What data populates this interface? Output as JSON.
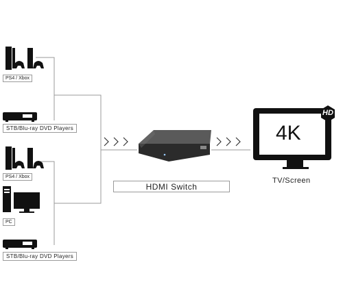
{
  "devices": [
    {
      "label": "PS4 / Xbox"
    },
    {
      "label": "STB/Blu-ray DVD Players"
    },
    {
      "label": "PS4 / Xbox"
    },
    {
      "label": "PC"
    },
    {
      "label": "STB/Blu-ray DVD Players"
    }
  ],
  "switch_label": "HDMI Switch",
  "tv": {
    "label": "TV/Screen",
    "screen_text": "4K",
    "badge": "HD"
  },
  "colors": {
    "device": "#111111",
    "line": "#9a9a9a",
    "switch_body": "#2b2b2b",
    "switch_top": "#4a4a4a"
  }
}
